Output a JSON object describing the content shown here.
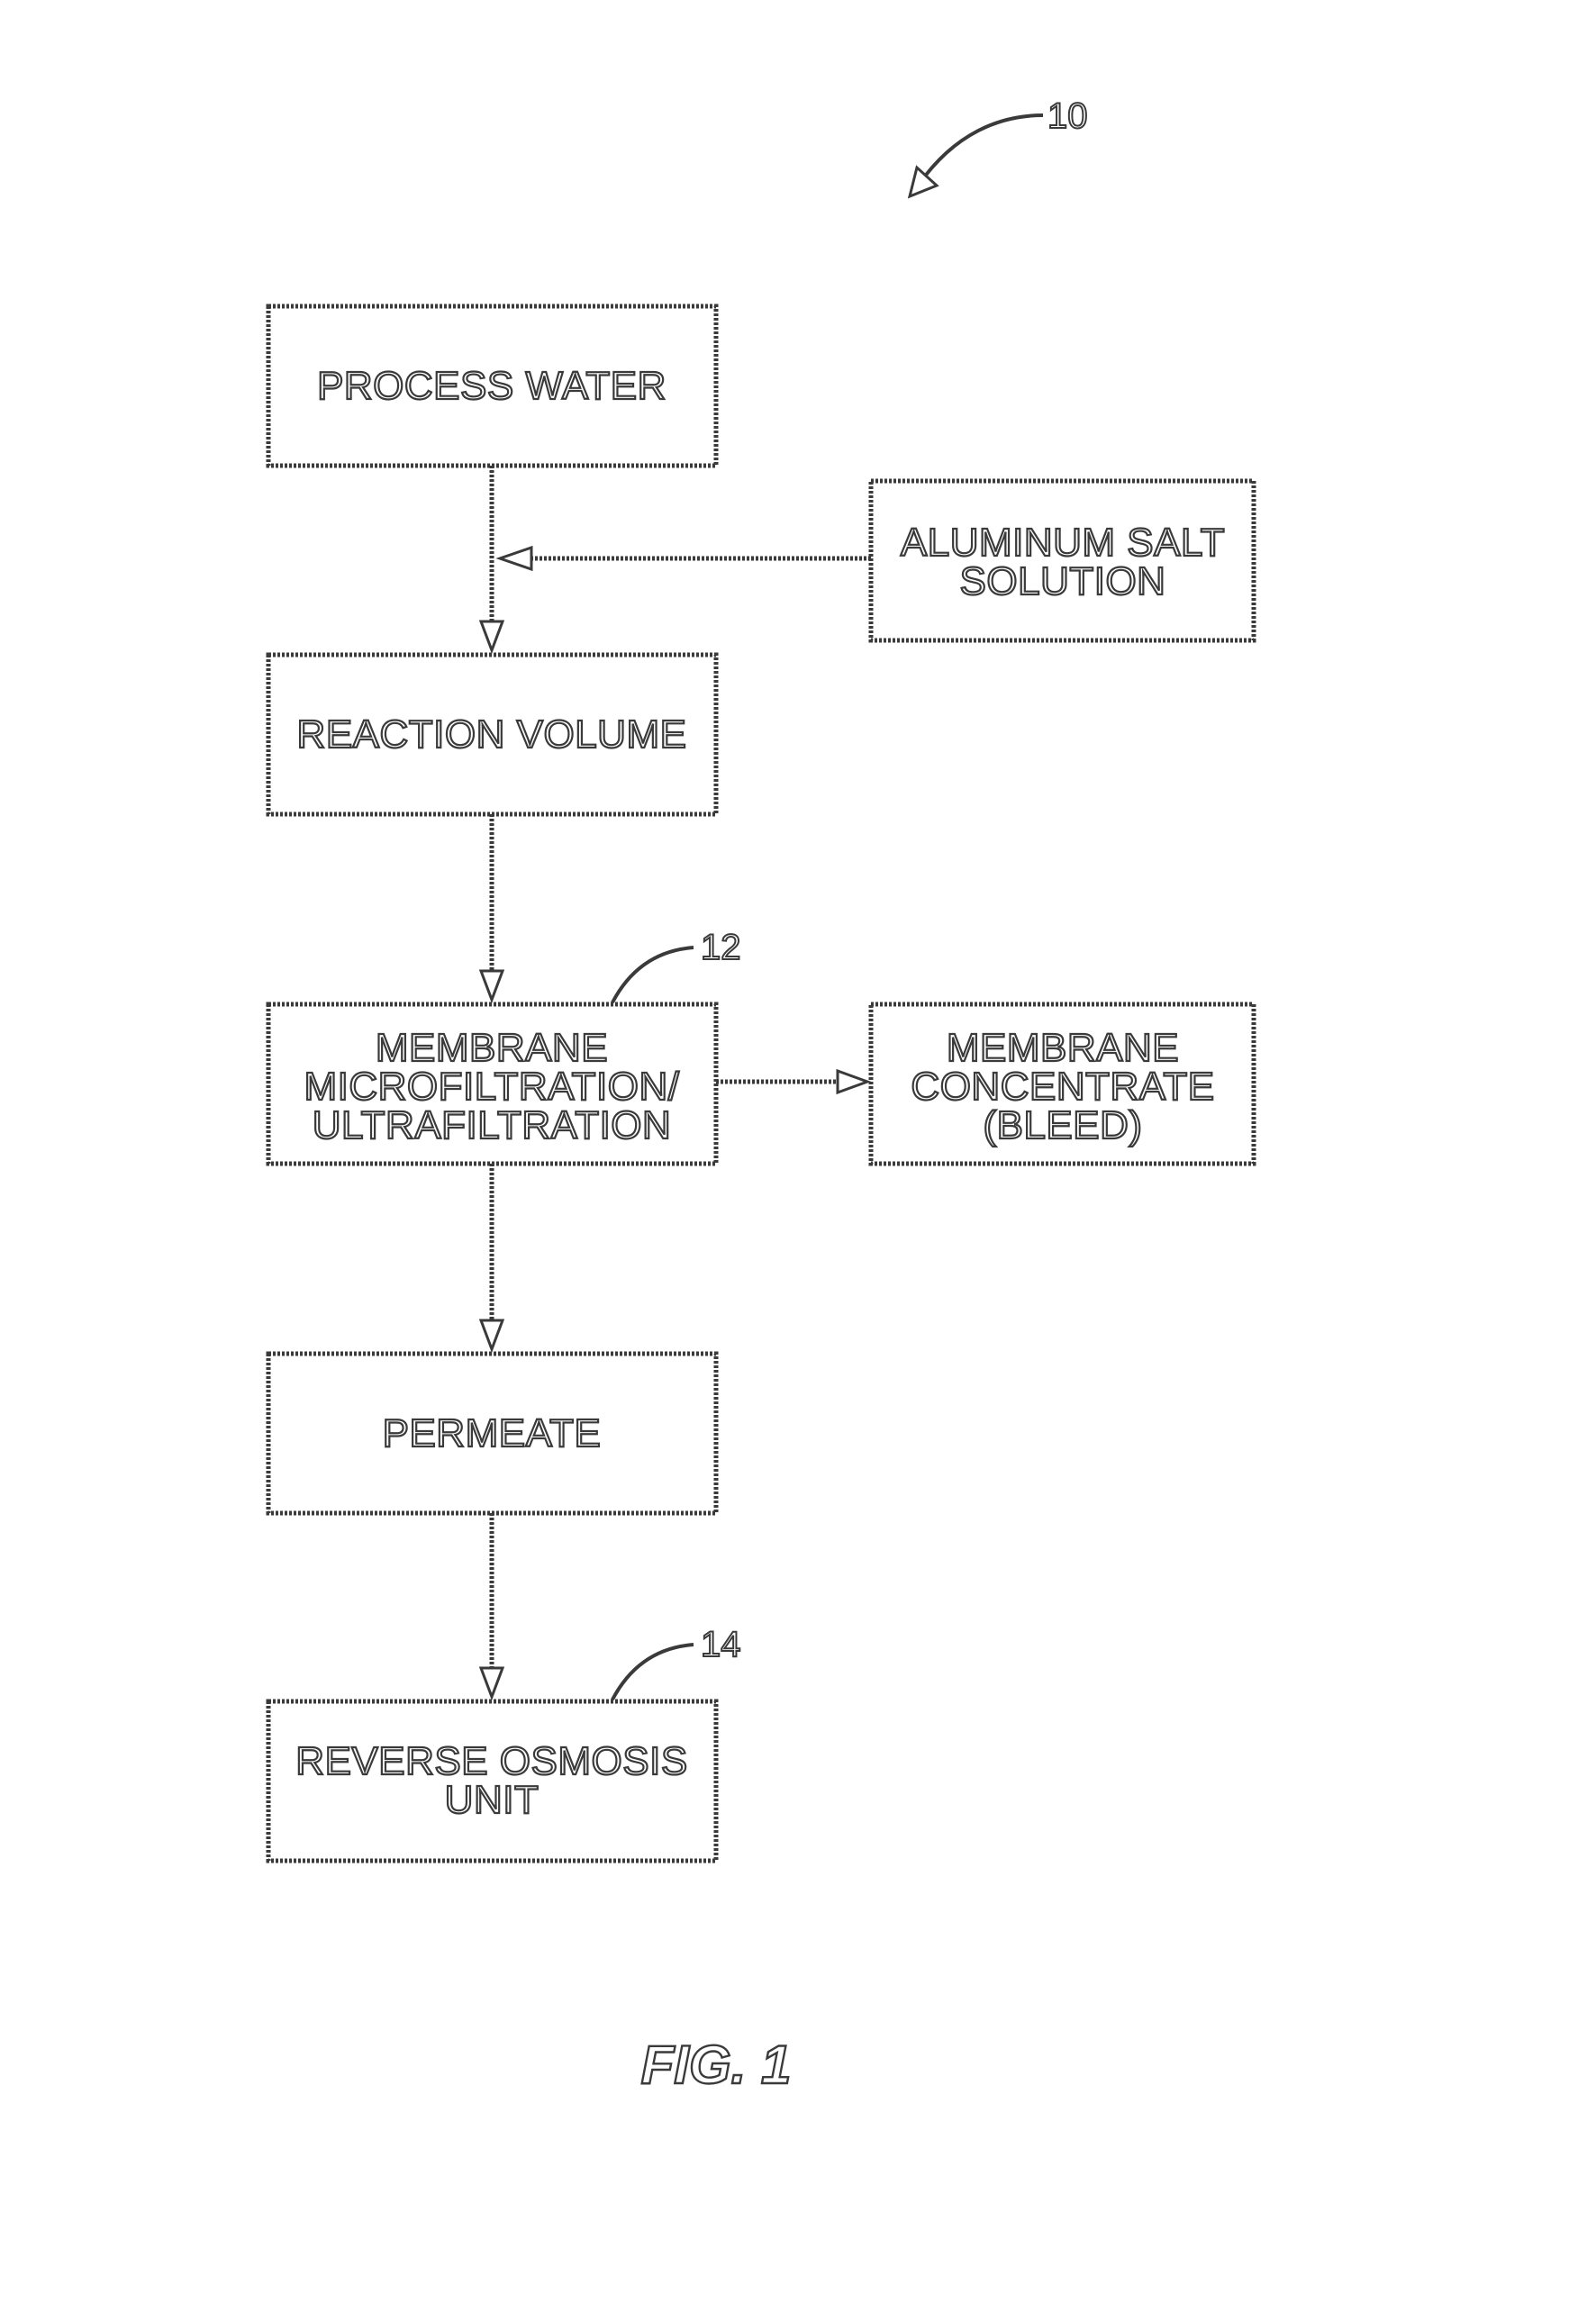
{
  "boxes": {
    "process_water": {
      "lines": [
        "PROCESS WATER"
      ]
    },
    "aluminum_salt": {
      "lines": [
        "ALUMINUM SALT",
        "SOLUTION"
      ]
    },
    "reaction_volume": {
      "lines": [
        "REACTION VOLUME"
      ]
    },
    "membrane": {
      "lines": [
        "MEMBRANE",
        "MICROFILTRATION/",
        "ULTRAFILTRATION"
      ]
    },
    "concentrate": {
      "lines": [
        "MEMBRANE",
        "CONCENTRATE",
        "(BLEED)"
      ]
    },
    "permeate": {
      "lines": [
        "PERMEATE"
      ]
    },
    "ro_unit": {
      "lines": [
        "REVERSE OSMOSIS",
        "UNIT"
      ]
    }
  },
  "refs": {
    "system": "10",
    "membrane": "12",
    "ro_unit": "14"
  },
  "figure_label": "FIG. 1"
}
